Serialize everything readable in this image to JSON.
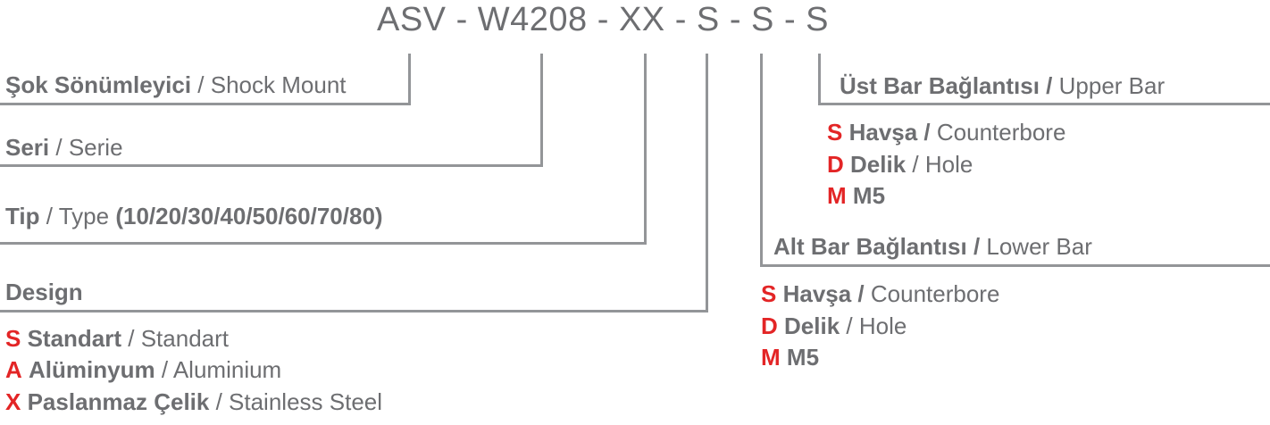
{
  "title": "ASV - W4208 - XX - S - S - S",
  "left": {
    "shock": {
      "tr": "Şok Sönümleyici",
      "sep": " / ",
      "en": "Shock Mount"
    },
    "serie": {
      "tr": "Seri",
      "sep": " / ",
      "en": "Serie"
    },
    "type": {
      "tr": "Tip",
      "sep": " / ",
      "en": "Type ",
      "values": "(10/20/30/40/50/60/70/80)"
    },
    "design": {
      "label": "Design",
      "options": [
        {
          "code": "S",
          "tr": "Standart",
          "sep": " / ",
          "en": "Standart"
        },
        {
          "code": "A",
          "tr": "Alüminyum",
          "sep": " / ",
          "en": "Aluminium"
        },
        {
          "code": "X",
          "tr": "Paslanmaz Çelik",
          "sep": " / ",
          "en": "Stainless Steel"
        }
      ]
    }
  },
  "right": {
    "upper": {
      "tr": "Üst Bar Bağlantısı",
      "sep": " / ",
      "en": "Upper Bar",
      "options": [
        {
          "code": "S",
          "tr": "Havşa",
          "sep": " / ",
          "en": "Counterbore"
        },
        {
          "code": "D",
          "tr": "Delik",
          "sep": " / ",
          "en": "Hole"
        },
        {
          "code": "M",
          "tr": "M5",
          "sep": "",
          "en": ""
        }
      ]
    },
    "lower": {
      "tr": "Alt Bar Bağlantısı",
      "sep": " / ",
      "en": "Lower Bar",
      "options": [
        {
          "code": "S",
          "tr": "Havşa",
          "sep": " / ",
          "en": "Counterbore"
        },
        {
          "code": "D",
          "tr": "Delik",
          "sep": " / ",
          "en": "Hole"
        },
        {
          "code": "M",
          "tr": "M5",
          "sep": "",
          "en": ""
        }
      ]
    }
  },
  "colors": {
    "text": "#6d6e71",
    "line": "#939598",
    "accent": "#e32526"
  }
}
